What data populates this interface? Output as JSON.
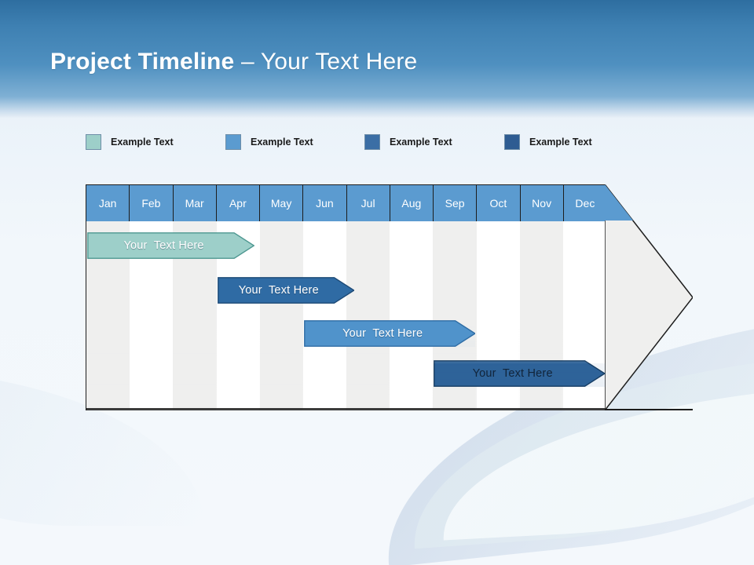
{
  "slide": {
    "title_strong": "Project Timeline",
    "title_light": " – Your Text Here",
    "header_color": "#4f90c0",
    "background_color": "#f2f7fb"
  },
  "legend": {
    "items": [
      {
        "label": "Example Text",
        "color": "#9dcfc9",
        "x": 0
      },
      {
        "label": "Example Text",
        "color": "#5b9bd0",
        "x": 178
      },
      {
        "label": "Example Text",
        "color": "#3b6ea5",
        "x": 355
      },
      {
        "label": "Example Text",
        "color": "#2e5c92",
        "x": 533
      }
    ]
  },
  "chart_data": {
    "type": "bar",
    "title": "Project Timeline",
    "xlabel": "",
    "ylabel": "",
    "orientation": "horizontal",
    "categories": [
      "Jan",
      "Feb",
      "Mar",
      "Apr",
      "May",
      "Jun",
      "Jul",
      "Aug",
      "Sep",
      "Oct",
      "Nov",
      "Dec"
    ],
    "axis_header_color": "#5b9bd0",
    "column_alt_color": "#efefee",
    "series": [
      {
        "name": "Your  Text Here",
        "label": "Your  Text Here",
        "start_month": "Jan",
        "end_month": "Apr",
        "start_index": 0,
        "end_index": 3.9,
        "color": "#9dcfc9",
        "border_color": "#4d9790",
        "text_color": "#ffffff"
      },
      {
        "name": "Your  Text Here",
        "label": "Your  Text Here",
        "start_month": "Apr",
        "end_month": "Jun",
        "start_index": 3.0,
        "end_index": 6.2,
        "color": "#2f6ba4",
        "border_color": "#1d4a76",
        "text_color": "#ffffff"
      },
      {
        "name": "Your  Text Here",
        "label": "Your  Text Here",
        "start_month": "Jun",
        "end_month": "Sep",
        "start_index": 5.0,
        "end_index": 9.0,
        "color": "#5093cb",
        "border_color": "#2e6ca4",
        "text_color": "#ffffff"
      },
      {
        "name": "Your  Text Here",
        "label": "Your  Text Here",
        "start_month": "Sep",
        "end_month": "Dec",
        "start_index": 8.0,
        "end_index": 12.0,
        "color": "#2e6399",
        "border_color": "#14395e",
        "text_color": "#11243a"
      }
    ],
    "grid": false,
    "legend_position": "top"
  }
}
